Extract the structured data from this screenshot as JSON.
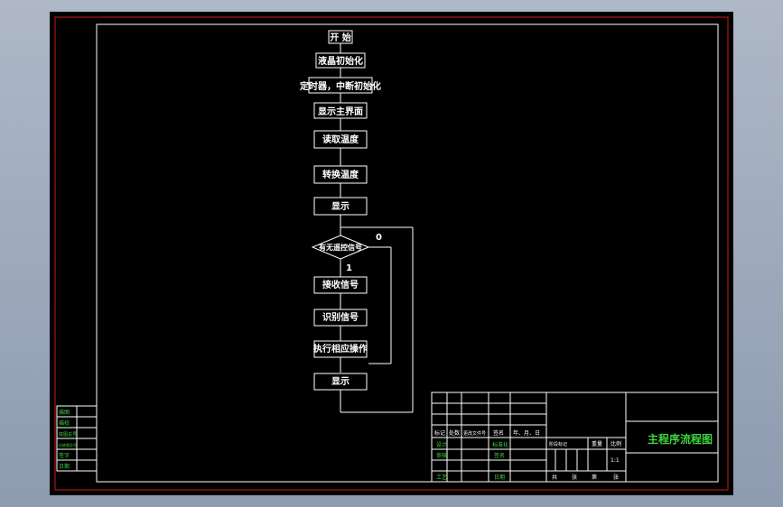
{
  "flowchart": {
    "start": "开 始",
    "init": "液晶初始化",
    "timer": "定时器，中断初始化",
    "display_main": "显示主界面",
    "read_temp": "读取温度",
    "convert_temp": "转换温度",
    "show1": "显示",
    "decision": "有无遥控信号",
    "branch_no": "0",
    "branch_yes": "1",
    "receive": "接收信号",
    "identify": "识别信号",
    "execute": "执行相应操作",
    "show2": "显示"
  },
  "title_block": {
    "drawing_title": "主程序流程图",
    "row_labels": [
      "标记",
      "处数",
      "更改文件号",
      "签名",
      "年、月、日"
    ],
    "people": [
      "设计",
      "审核",
      "工艺"
    ],
    "people_right": [
      "标准化",
      "签名",
      "日期"
    ],
    "stage_headers": [
      "阶段标记",
      "重量",
      "比例"
    ],
    "scale": "1:1",
    "sheet_info": [
      "共",
      "张",
      "第",
      "张"
    ]
  },
  "left_table": {
    "labels": [
      "描图",
      "描校",
      "底图总号",
      "旧底图总号",
      "签字",
      "日期"
    ]
  },
  "colors": {
    "background": "#000000",
    "border_red": "#d01818",
    "line_white": "#ffffff",
    "text_green": "#3fd43f"
  }
}
